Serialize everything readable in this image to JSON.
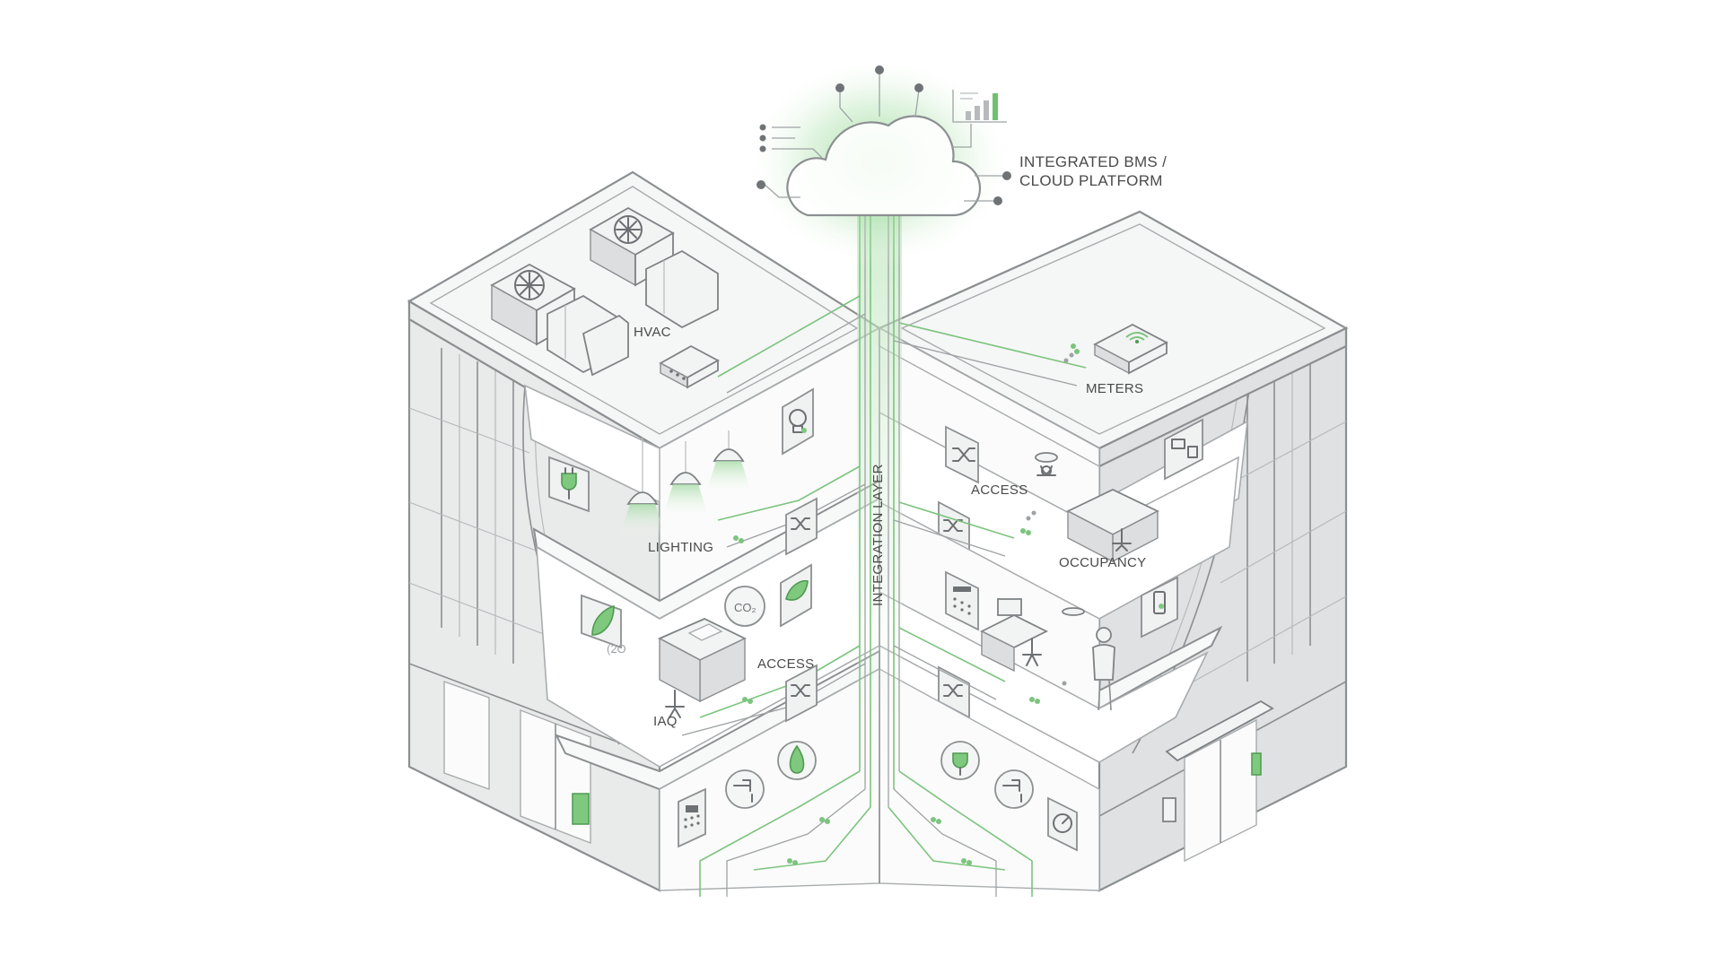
{
  "labels": {
    "cloud_line1": "INTEGRATED BMS /",
    "cloud_line2": "CLOUD PLATFORM",
    "integration": "INTEGRATION LAYER",
    "hvac": "HVAC",
    "lighting": "LIGHTING",
    "iaq": "IAQ",
    "access_left": "ACCESS",
    "meters": "ΜETERS",
    "access_right": "ACCESS",
    "occupancy": "OCCUPANCY"
  },
  "colors": {
    "accent_green": "#7cc47e",
    "line_gray": "#8c8f91",
    "background": "#ffffff"
  },
  "icons": [
    "cloud-icon",
    "bar-chart-icon",
    "list-icon",
    "hvac-fan-icon",
    "duct-icon",
    "router-icon",
    "pendant-light-icon",
    "plug-icon",
    "bulb-icon",
    "switch-icon",
    "leaf-icon",
    "co2-icon",
    "desk-icon",
    "wifi-router-icon",
    "monitor-icon",
    "person-icon",
    "keypad-icon",
    "phone-icon",
    "water-tap-icon",
    "flame-icon",
    "gauge-icon",
    "card-reader-icon"
  ]
}
